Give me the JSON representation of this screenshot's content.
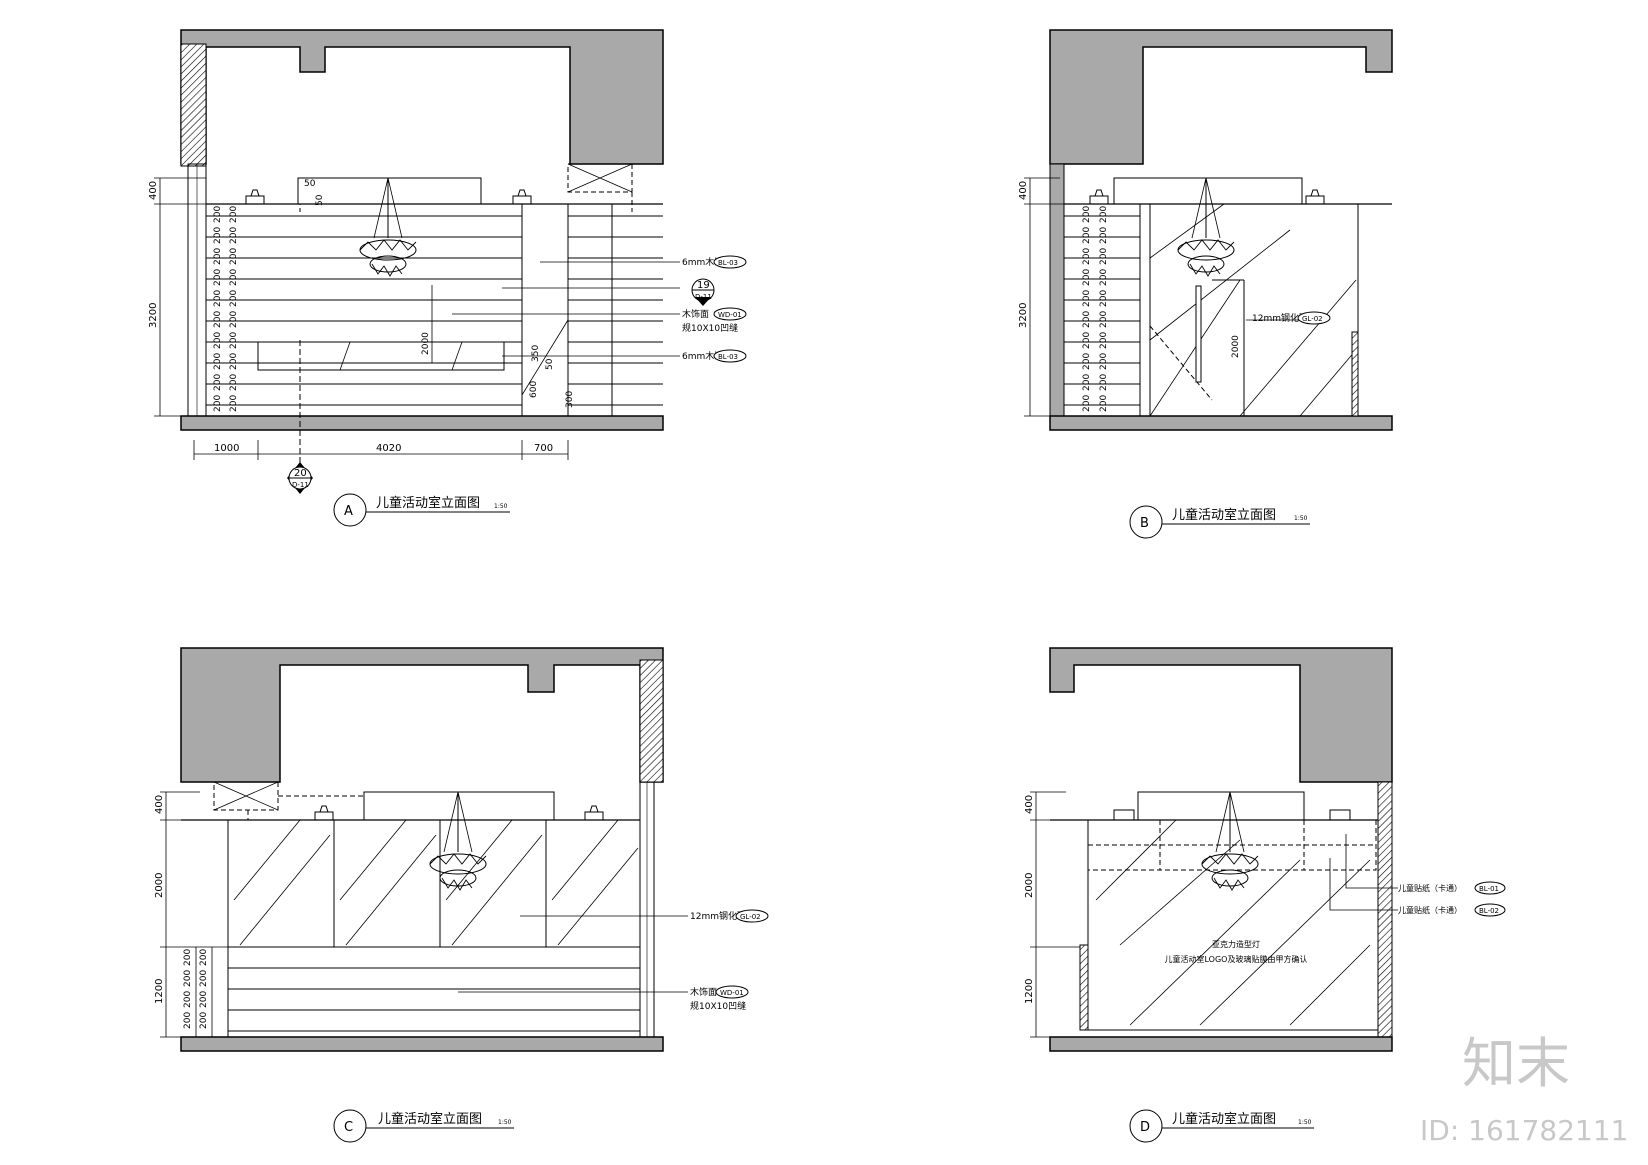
{
  "watermark": {
    "brand": "知末",
    "id_text": "ID: 161782111"
  },
  "panels": {
    "A": {
      "marker": "A",
      "title": "儿童活动室立面图",
      "scale": "1:50",
      "dims_left": [
        "400",
        "3200"
      ],
      "dims_bottom": [
        "1000",
        "4020",
        "700"
      ],
      "strip": "200",
      "misc_dims": [
        "50",
        "50",
        "2000",
        "350",
        "50",
        "600",
        "300"
      ],
      "callout_a": "19",
      "callout_a_sheet": "D-11",
      "callout_b": "20",
      "callout_b_sheet": "D-11",
      "notes": [
        "6mm木饰",
        "木饰面",
        "6mm木饰"
      ],
      "note_sub": "规10X10凹缝",
      "tags": [
        "BL-03",
        "WD-01",
        "BL-03"
      ]
    },
    "B": {
      "marker": "B",
      "title": "儿童活动室立面图",
      "scale": "1:50",
      "dims_left": [
        "400",
        "3200"
      ],
      "strip": "200",
      "misc_dims": [
        "2000"
      ],
      "note": "12mm钢化玻",
      "tag": "GL-02"
    },
    "C": {
      "marker": "C",
      "title": "儿童活动室立面图",
      "scale": "1:50",
      "dims_left": [
        "400",
        "2000",
        "1200"
      ],
      "strip": "200",
      "notes": [
        "12mm钢化玻",
        "木饰面"
      ],
      "note_sub": "规10X10凹缝",
      "tags": [
        "GL-02",
        "WD-01"
      ]
    },
    "D": {
      "marker": "D",
      "title": "儿童活动室立面图",
      "scale": "1:50",
      "dims_left": [
        "400",
        "2000",
        "1200"
      ],
      "notes": [
        "儿童贴纸（卡通）",
        "儿童贴纸（卡通）"
      ],
      "tags": [
        "BL-01",
        "BL-02"
      ],
      "center_lines": [
        "亚克力造型灯",
        "儿童活动室LOGO及玻璃贴膜由甲方确认"
      ]
    }
  }
}
